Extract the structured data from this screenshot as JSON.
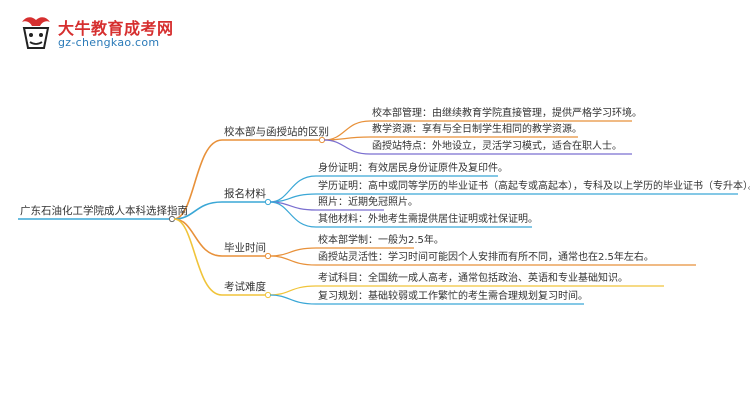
{
  "logo": {
    "title": "大牛教育成考网",
    "url": "gz-chengkao.com",
    "mark_text": "大牛"
  },
  "mindmap": {
    "root": "广东石油化工学院成人本科选择指南",
    "branches": [
      {
        "label": "校本部与函授站的区别",
        "color": "#e8913a",
        "children": [
          "校本部管理：由继续教育学院直接管理，提供严格学习环境。",
          "教学资源：享有与全日制学生相同的教学资源。",
          "函授站特点：外地设立，灵活学习模式，适合在职人士。"
        ]
      },
      {
        "label": "报名材料",
        "color": "#3aa7d6",
        "children": [
          "身份证明：有效居民身份证原件及复印件。",
          "学历证明：高中或同等学历的毕业证书（高起专或高起本），专科及以上学历的毕业证书（专升本）。",
          "照片：近期免冠照片。",
          "其他材料：外地考生需提供居住证明或社保证明。"
        ]
      },
      {
        "label": "毕业时间",
        "color": "#e8913a",
        "children": [
          "校本部学制：一般为2.5年。",
          "函授站灵活性：学习时间可能因个人安排而有所不同，通常也在2.5年左右。"
        ]
      },
      {
        "label": "考试难度",
        "color": "#f0c43a",
        "children": [
          "考试科目：全国统一成人高考，通常包括政治、英语和专业基础知识。",
          "复习规划：基础较弱或工作繁忙的考生需合理规划复习时间。"
        ]
      }
    ],
    "colors": {
      "branch_1": "#e8913a",
      "branch_2": "#3aa7d6",
      "branch_3": "#e8913a",
      "branch_4": "#f0c43a",
      "child_2": "#7a6fd0",
      "child_4": "#3aa7d6",
      "root_line": "#3aa7d6"
    }
  }
}
